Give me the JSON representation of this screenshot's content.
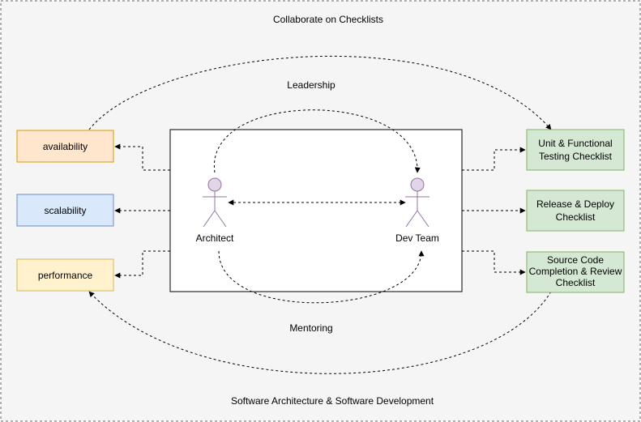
{
  "colors": {
    "background": "#f5f5f5",
    "border": "#666666",
    "actor_fill": "#e1d5e7",
    "actor_stroke": "#9673a6",
    "orange_fill": "#ffe6cc",
    "orange_stroke": "#d79b00",
    "blue_fill": "#dae8fc",
    "blue_stroke": "#6c8ebf",
    "yellow_fill": "#fff2cc",
    "yellow_stroke": "#d6b656",
    "green_fill": "#d5e8d4",
    "green_stroke": "#82b366"
  },
  "labels": {
    "collaborate": "Collaborate on Checklists",
    "leadership": "Leadership",
    "mentoring": "Mentoring",
    "footer": "Software Architecture & Software Development"
  },
  "actors": {
    "architect": "Architect",
    "dev_team": "Dev Team"
  },
  "quality_attributes": {
    "availability": "availability",
    "scalability": "scalability",
    "performance": "performance"
  },
  "checklists": {
    "unit_line1": "Unit & Functional",
    "unit_line2": "Testing Checklist",
    "release_line1": "Release & Deploy",
    "release_line2": "Checklist",
    "source_line1": "Source Code",
    "source_line2": "Completion & Review",
    "source_line3": "Checklist"
  }
}
